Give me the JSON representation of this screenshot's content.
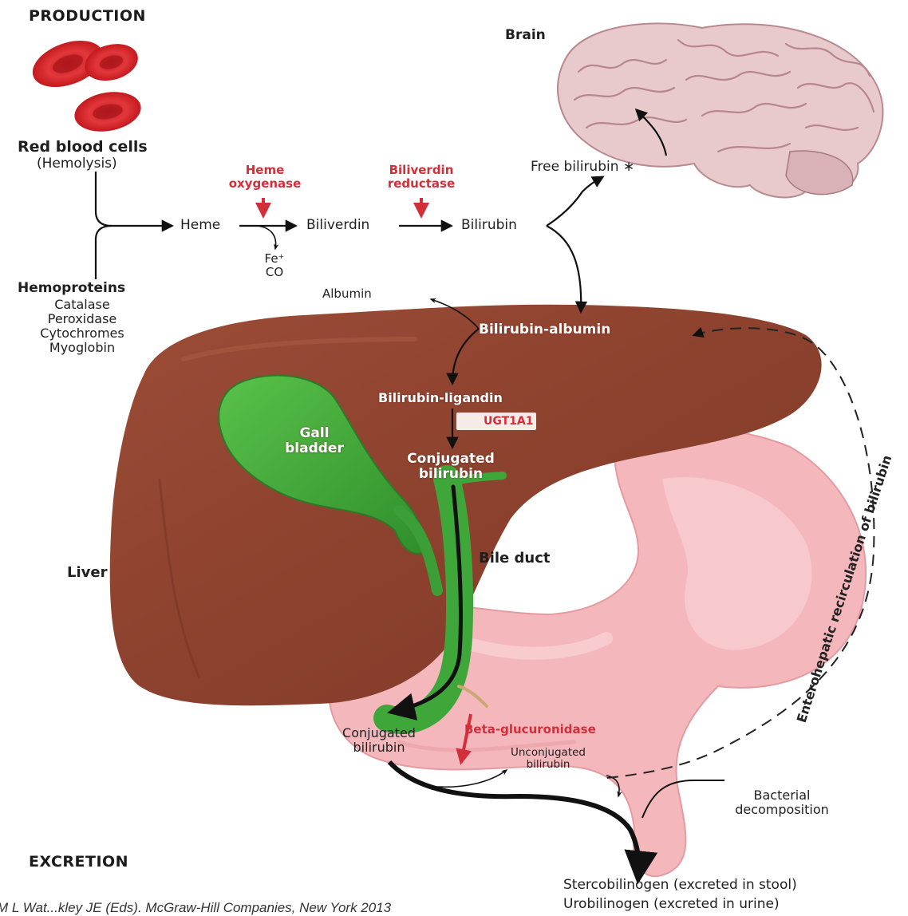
{
  "headings": {
    "production": "PRODUCTION",
    "excretion": "EXCRETION"
  },
  "sources": {
    "red_blood_cells": "Red blood cells",
    "hemolysis": "(Hemolysis)",
    "hemoproteins": "Hemoproteins",
    "hemoprotein_list": [
      "Catalase",
      "Peroxidase",
      "Cytochromes",
      "Myoglobin"
    ]
  },
  "enzymes": {
    "heme_oxygenase": [
      "Heme",
      "oxygenase"
    ],
    "biliverdin_reductase": [
      "Biliverdin",
      "reductase"
    ],
    "ugt": "UGT1A1",
    "beta_glucuronidase": "Beta-glucuronidase"
  },
  "pathway": {
    "heme": "Heme",
    "biliverdin": "Biliverdin",
    "bilirubin": "Bilirubin",
    "byproducts": [
      "Fe⁺",
      "CO"
    ],
    "free_bilirubin": "Free bilirubin ∗",
    "brain": "Brain",
    "albumin": "Albumin"
  },
  "liver": {
    "label": "Liver",
    "bilirubin_albumin": "Bilirubin-albumin",
    "bilirubin_ligandin": "Bilirubin-ligandin",
    "conjugated": [
      "Conjugated",
      "bilirubin"
    ],
    "gall_bladder": [
      "Gall",
      "bladder"
    ],
    "bile_duct": "Bile duct"
  },
  "intestine": {
    "conjugated": [
      "Conjugated",
      "bilirubin"
    ],
    "unconjugated": [
      "Unconjugated",
      "bilirubin"
    ],
    "bacterial": [
      "Bacterial",
      "decomposition"
    ],
    "stercobilinogen": "Stercobilinogen (excreted in stool)",
    "urobilinogen": "Urobilinogen (excreted in urine)"
  },
  "recirculation": "Enterohepatic recirculation of bilirubin",
  "credit": "M L Wat...kley JE (Eds). McGraw-Hill Companies, New York 2013",
  "colors": {
    "liver": "#8e4330",
    "gallbladder": "#3fa63a",
    "stomach": "#f2b2b6",
    "brain": "#e6c6c9",
    "enzyme_red": "#d32f3a",
    "rbc": "#d9262c"
  }
}
